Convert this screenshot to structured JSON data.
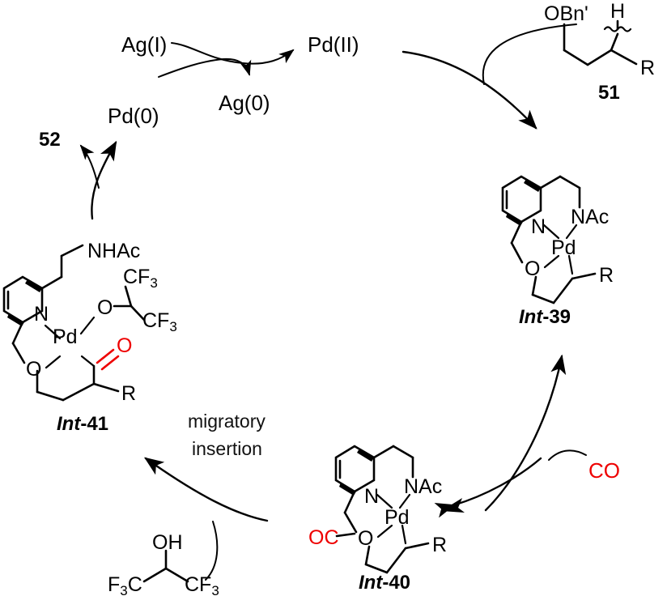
{
  "scheme": {
    "type": "catalytic-cycle",
    "title": "Palladium catalytic cycle for carbonylation",
    "background": "#ffffff",
    "accent_red": "#ee0000",
    "accent_black": "#000000"
  },
  "species": {
    "ag_one": "Ag(I)",
    "ag_zero": "Ag(0)",
    "pd_two": "Pd(II)",
    "pd_zero": "Pd(0)",
    "carbon_monoxide": "CO"
  },
  "compound_labels": {
    "substrate_51": "51",
    "product_52": "52",
    "int39_prefix": "Int",
    "int39_suffix": "-39",
    "int40_prefix": "Int",
    "int40_suffix": "-40",
    "int41_prefix": "Int",
    "int41_suffix": "-41"
  },
  "annotations": {
    "migratory_line1": "migratory",
    "migratory_line2": "insertion"
  },
  "substrate_51": {
    "obn_label": "OBn'",
    "h_label": "H",
    "r_label": "R",
    "stereo": "wavy"
  },
  "hfip": {
    "oh_label": "OH",
    "left_cf3": "F",
    "left_cf3_sub": "3",
    "left_cf3_c": "C",
    "right_cf3": "CF",
    "right_cf3_sub": "3"
  },
  "int39": {
    "n_label": "N",
    "nac_label": "NAc",
    "pd_label": "Pd",
    "o_label": "O",
    "r_label": "R"
  },
  "int40": {
    "n_label": "N",
    "nac_label": "NAc",
    "pd_label": "Pd",
    "o_label": "O",
    "r_label": "R",
    "oc_label": "OC",
    "oc_color": "#ee0000"
  },
  "int41": {
    "n_label": "N",
    "nhac_label": "NHAc",
    "pd_label": "Pd",
    "o_ring_label": "O",
    "o_alkoxide_label": "O",
    "o_carbonyl_label": "O",
    "o_carbonyl_color": "#ee0000",
    "cf3_top": "CF",
    "cf3_top_sub": "3",
    "cf3_bottom": "CF",
    "cf3_bottom_sub": "3",
    "r_label": "R"
  }
}
